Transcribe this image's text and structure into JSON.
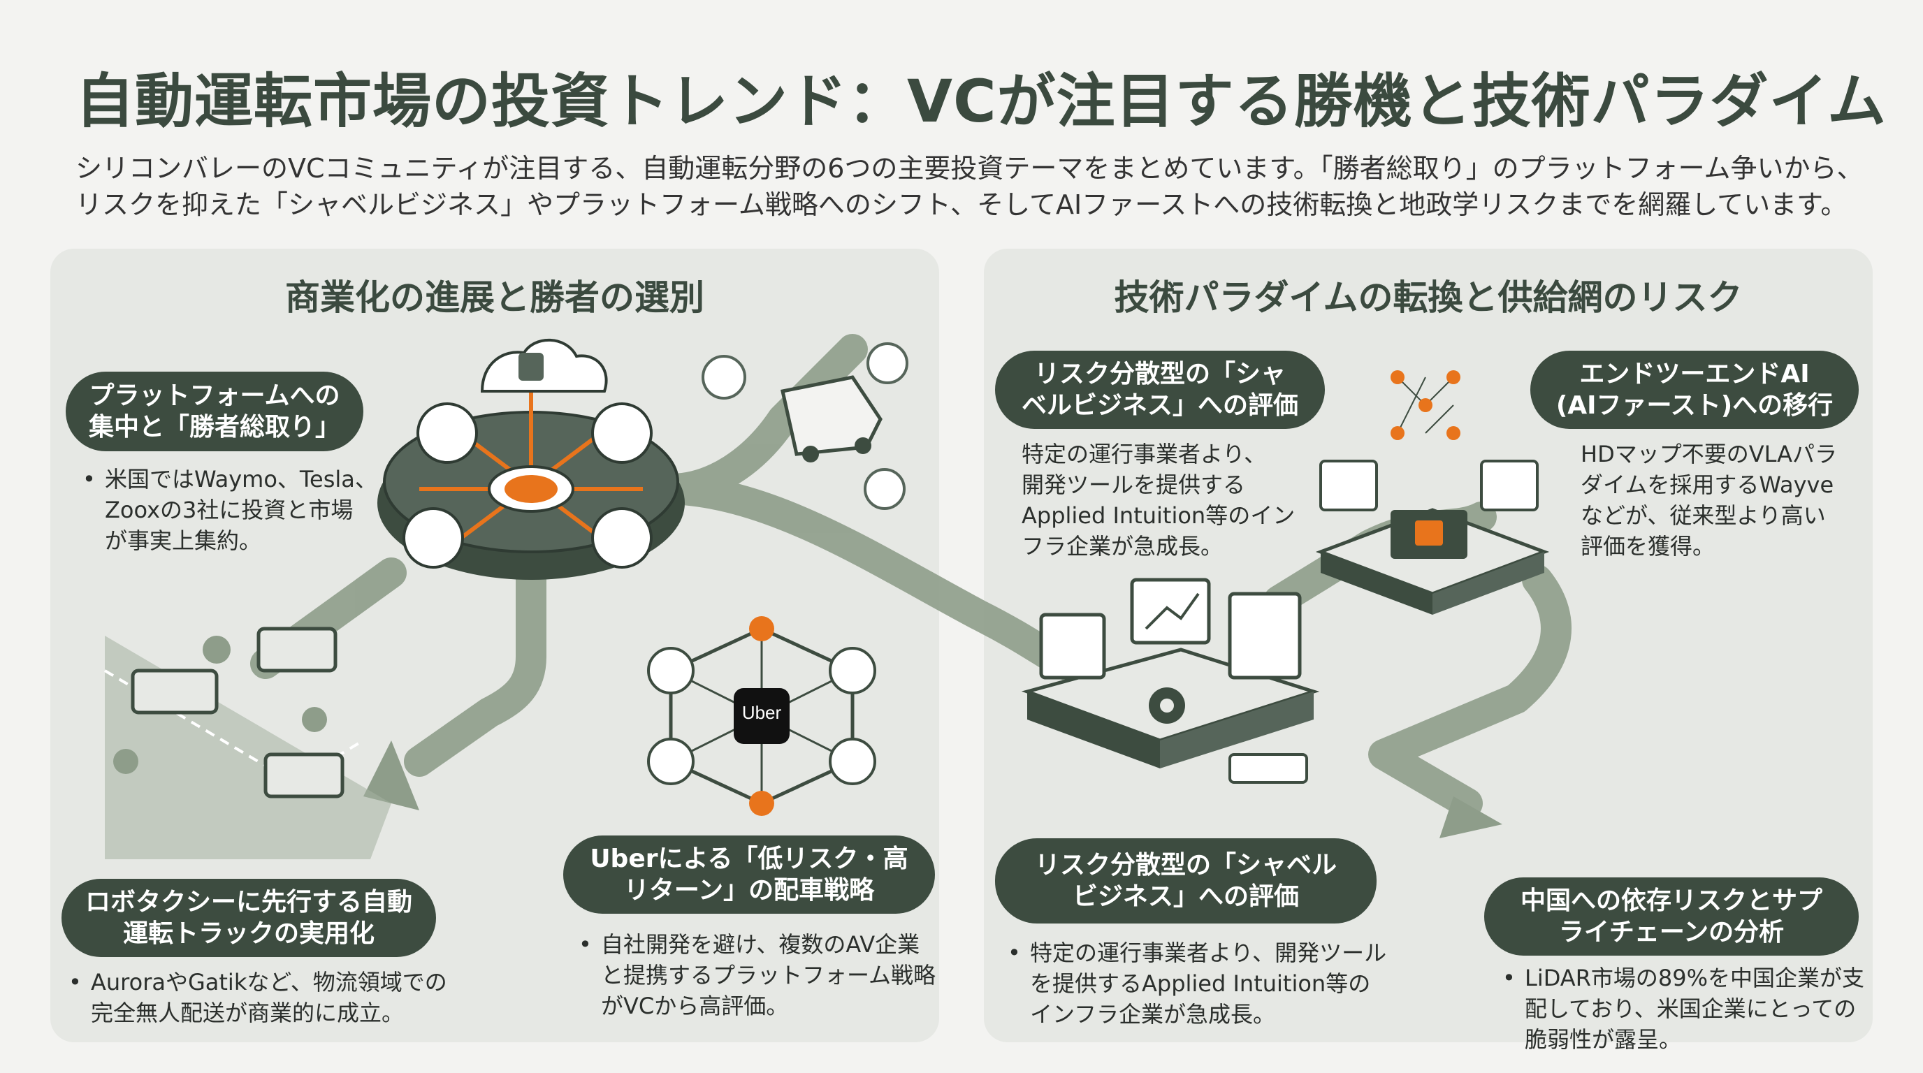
{
  "header": {
    "title": "自動運転市場の投資トレンド：VCが注目する勝機と技術パラダイム",
    "subtitle_line1": "シリコンバレーのVCコミュニティが注目する、自動運転分野の6つの主要投資テーマをまとめています。「勝者総取り」のプラットフォーム争いから、",
    "subtitle_line2": "リスクを抑えた「シャベルビジネス」やプラットフォーム戦略へのシフト、そしてAIファーストへの技術転換と地政学リスクまでを網羅しています。"
  },
  "left_panel": {
    "heading": "商業化の進展と勝者の選別",
    "platform": {
      "label_line1": "プラットフォームへの",
      "label_line2": "集中と「勝者総取り」",
      "bullet_line1": "米国ではWaymo、Tesla、",
      "bullet_line2": "Zooxの3社に投資と市場",
      "bullet_line3": "が事実上集約。"
    },
    "trucks": {
      "label_line1": "ロボタクシーに先行する自動",
      "label_line2": "運転トラックの実用化",
      "bullet_line1": "AuroraやGatikなど、物流領域での",
      "bullet_line2": "完全無人配送が商業的に成立。"
    },
    "uber": {
      "label_line1": "Uberによる「低リスク・高",
      "label_line2": "リターン」の配車戦略",
      "bullet_line1": "自社開発を避け、複数のAV企業",
      "bullet_line2": "と提携するプラットフォーム戦略",
      "bullet_line3": "がVCから高評価。",
      "logo_text": "Uber"
    }
  },
  "right_panel": {
    "heading": "技術パラダイムの転換と供給網のリスク",
    "shovel_top": {
      "label_line1": "リスク分散型の「シャ",
      "label_line2": "ベルビジネス」への評価",
      "note_line1": "特定の運行事業者より、",
      "note_line2": "開発ツールを提供する",
      "note_line3": "Applied Intuition等のイン",
      "note_line4": "フラ企業が急成長。"
    },
    "e2e": {
      "label_line1": "エンドツーエンドAI",
      "label_line2": "(AIファースト)への移行",
      "note_line1": "HDマップ不要のVLAパラ",
      "note_line2": "ダイムを採用するWayve",
      "note_line3": "などが、従来型より高い",
      "note_line4": "評価を獲得。"
    },
    "shovel_bottom": {
      "label_line1": "リスク分散型の「シャベル",
      "label_line2": "ビジネス」への評価",
      "bullet_line1": "特定の運行事業者より、開発ツール",
      "bullet_line2": "を提供するApplied Intuition等の",
      "bullet_line3": "インフラ企業が急成長。"
    },
    "china": {
      "label_line1": "中国への依存リスクとサプ",
      "label_line2": "ライチェーンの分析",
      "bullet_line1": "LiDAR市場の89%を中国企業が支",
      "bullet_line2": "配しており、米国企業にとっての",
      "bullet_line3": "脆弱性が露呈。"
    }
  },
  "colors": {
    "dark_green": "#3d4c40",
    "road_green": "#8e9d8a",
    "accent_orange": "#e8741c",
    "panel_bg": "#e6e8e4"
  }
}
